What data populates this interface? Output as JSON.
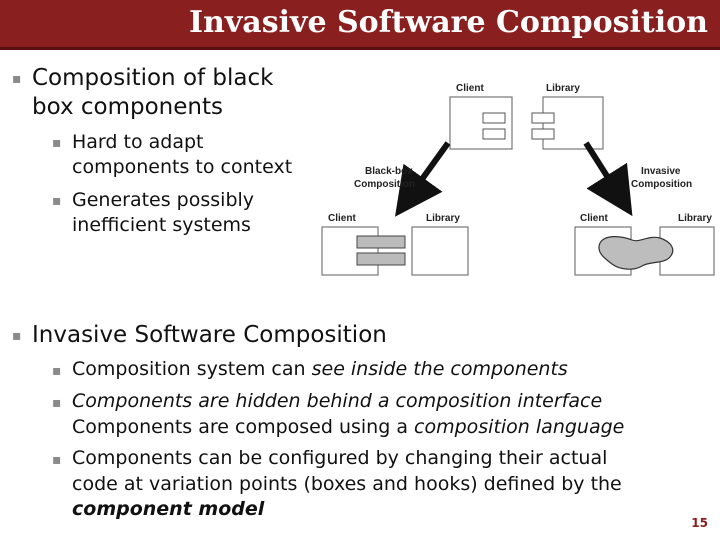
{
  "slide": {
    "title": "Invasive Software Composition",
    "page_number": "15"
  },
  "bullets": {
    "b1": "Composition of black",
    "b1_line2": "box components",
    "b1_sub1": "Hard to adapt",
    "b1_sub1_line2": "components to context",
    "b1_sub2": "Generates possibly",
    "b1_sub2_line2": "inefficient systems",
    "b2": "Invasive Software Composition",
    "b2_sub1_a": "Composition system can ",
    "b2_sub1_b": "see inside the components",
    "b2_sub2": "Components are hidden behind a composition interface",
    "b2_sub2_line2_a": "Components are composed using a ",
    "b2_sub2_line2_b": "composition language",
    "b2_sub3": "Components can be configured by changing their actual",
    "b2_sub3_line2": "code at variation points (boxes and hooks) defined by the",
    "b2_sub3_line3": "component model"
  },
  "diagram": {
    "top_client": "Client",
    "top_library": "Library",
    "blackbox_line1": "Black-box",
    "blackbox_line2": "Composition",
    "invasive_line1": "Invasive",
    "invasive_line2": "Composition",
    "left_client": "Client",
    "left_library": "Library",
    "right_client": "Client",
    "right_library": "Library"
  },
  "colors": {
    "title_bar": "#8a1f1f",
    "bullet_marker": "#8a8a8a"
  }
}
